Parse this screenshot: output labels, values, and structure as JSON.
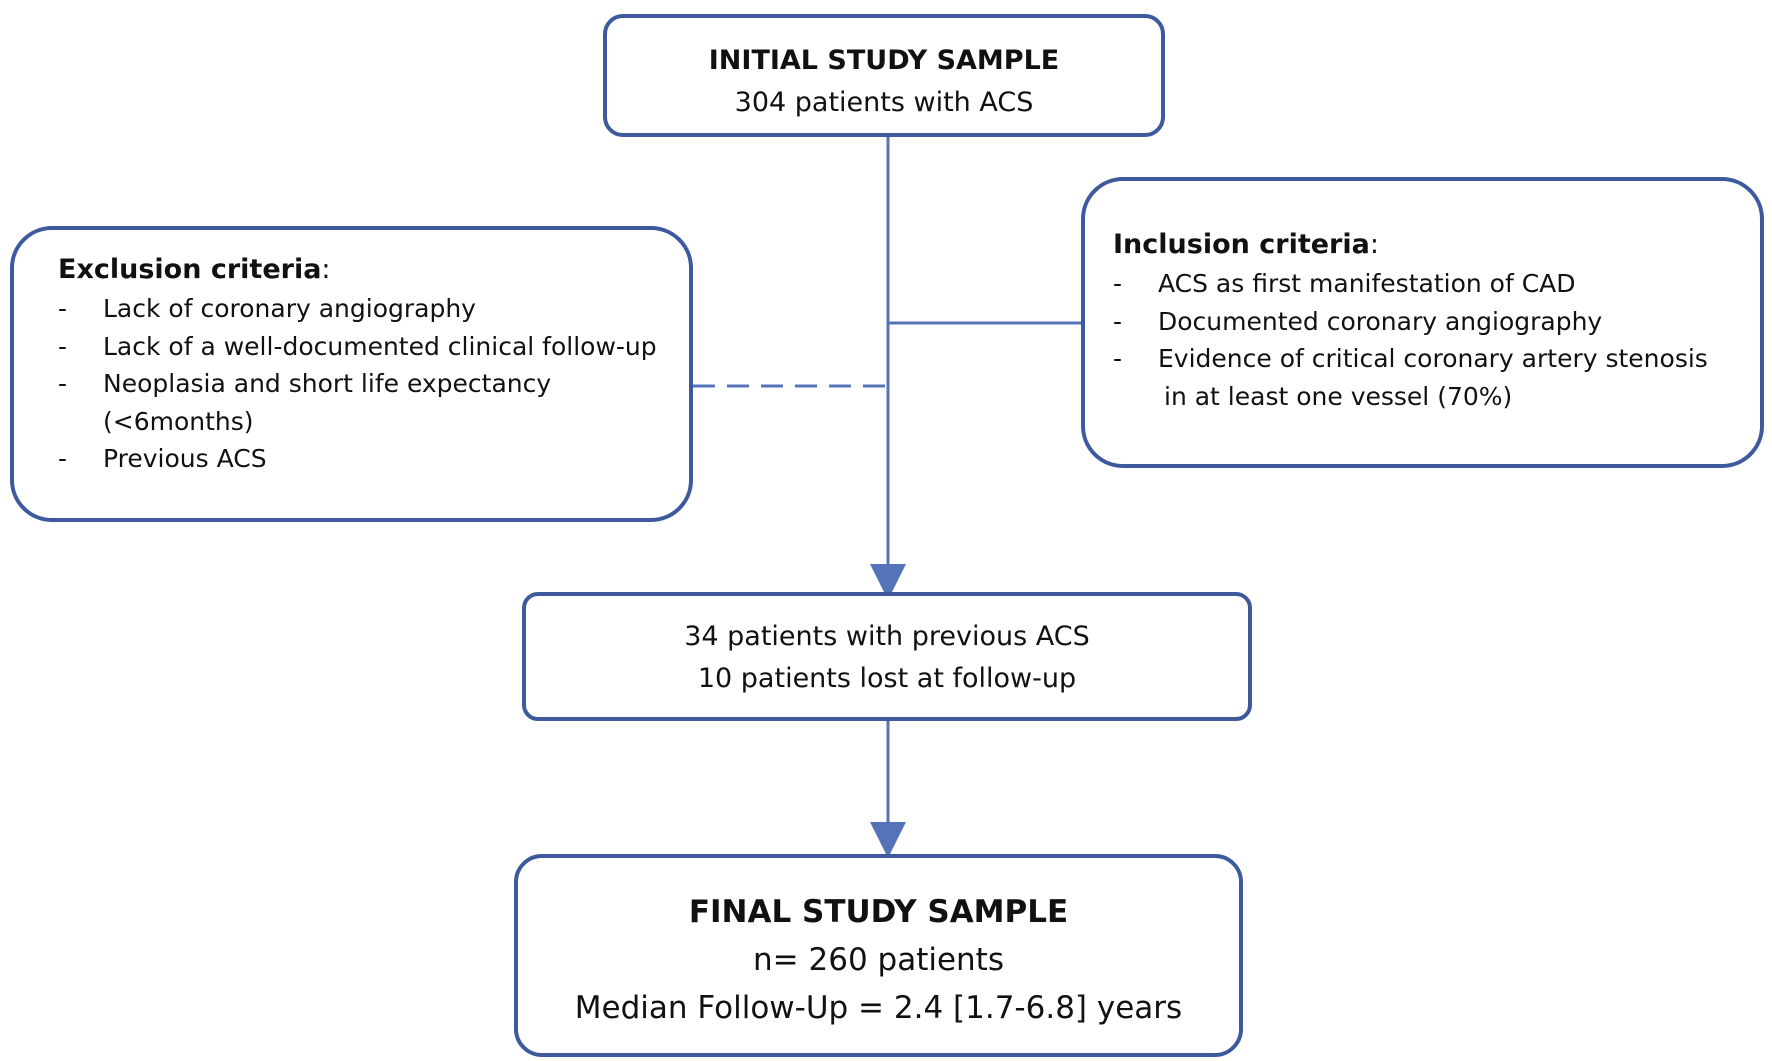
{
  "initial": {
    "title": "INITIAL STUDY SAMPLE",
    "line": "304 patients with ACS"
  },
  "exclusion": {
    "title": "Exclusion criteria",
    "colon": ":",
    "items": [
      "Lack of coronary angiography",
      "Lack of a well-documented clinical follow-up",
      "Neoplasia and short life expectancy",
      "Previous ACS"
    ],
    "item3_cont": "(<6months)"
  },
  "inclusion": {
    "title": "Inclusion criteria",
    "colon": ":",
    "items": [
      "ACS as first manifestation of CAD",
      "Documented coronary angiography",
      "Evidence of critical coronary artery stenosis"
    ],
    "item3_cont": "in at least one vessel (70%)"
  },
  "excluded": {
    "line1": "34 patients with previous ACS",
    "line2": "10 patients lost at follow-up"
  },
  "final": {
    "title": "FINAL STUDY SAMPLE",
    "line1": "n= 260 patients",
    "line2": "Median Follow-Up = 2.4 [1.7-6.8] years"
  },
  "bullet": "-",
  "colors": {
    "border": "#3d5a9c",
    "connector": "#5473b8"
  }
}
